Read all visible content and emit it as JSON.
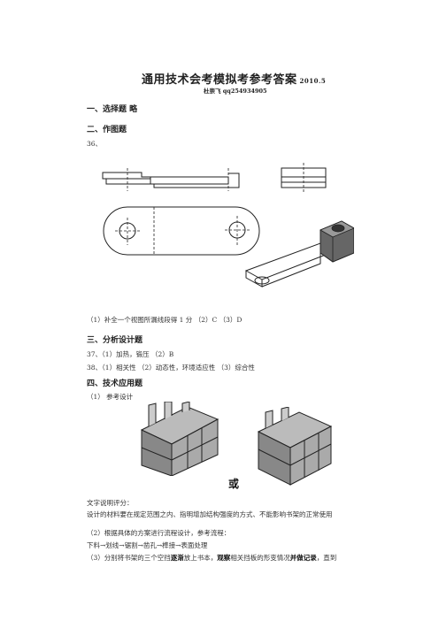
{
  "header": {
    "title": "通用技术会考模拟考参考答案",
    "date": "2010.5",
    "author": "杜崇飞  qq254934905"
  },
  "sections": {
    "s1": "一、选择题  略",
    "s2": "二、作图题",
    "q36": "36、",
    "ans36": "（1）补全一个视图所漏线段得 1 分  （2）C    （3）D",
    "s3": "三、分析设计题",
    "q37": "37、（1）加热，锻压     （2）B",
    "q38": "38、（1）相关性     （2）动态性，环境适应性     （3）综合性",
    "s4": "四、技术应用题",
    "ref": "（1）  参考设计",
    "or": "或",
    "eval": "文字说明评分：",
    "eval_text": "设计的材料要在规定范围之内、指明增加结构强度的方式、不能影响书架的正常使用",
    "step2": "（2）根据具体的方案进行流程设计，参考流程：",
    "flow": "下料→划线→锯割→凿孔→榫接→表面处理",
    "step3_a": "（3）分别将书架的三个空挡",
    "step3_b": "逐渐",
    "step3_c": "放上书本，",
    "step3_d": "观察",
    "step3_e": "相关挡板的形变情况",
    "step3_f": "并做记录",
    "step3_g": "，直到"
  }
}
